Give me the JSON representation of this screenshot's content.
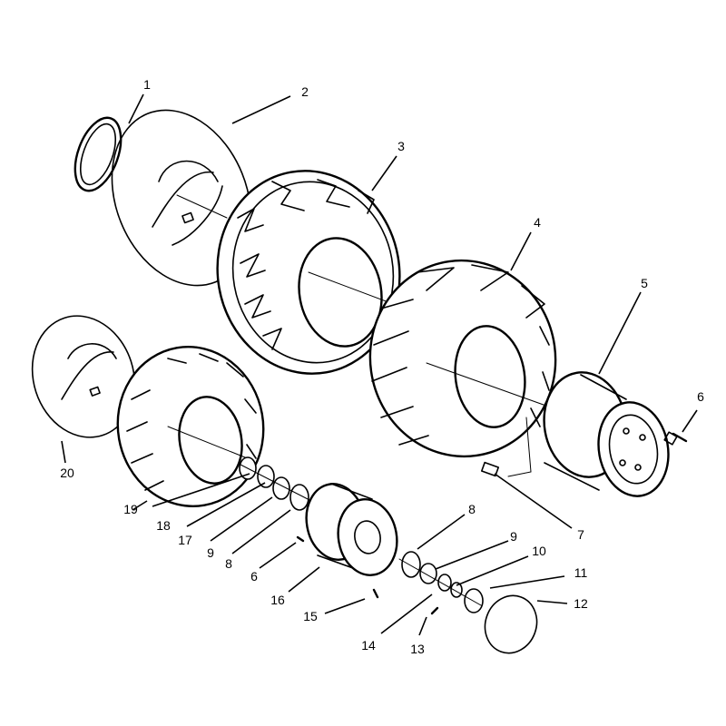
{
  "diagram": {
    "callouts": [
      {
        "id": "c1",
        "text": "1"
      },
      {
        "id": "c2",
        "text": "2"
      },
      {
        "id": "c3",
        "text": "3"
      },
      {
        "id": "c4",
        "text": "4"
      },
      {
        "id": "c5",
        "text": "5"
      },
      {
        "id": "c6a",
        "text": "6"
      },
      {
        "id": "c7",
        "text": "7"
      },
      {
        "id": "c8a",
        "text": "8"
      },
      {
        "id": "c9a",
        "text": "9"
      },
      {
        "id": "c10",
        "text": "10"
      },
      {
        "id": "c11",
        "text": "11"
      },
      {
        "id": "c12",
        "text": "12"
      },
      {
        "id": "c13",
        "text": "13"
      },
      {
        "id": "c14",
        "text": "14"
      },
      {
        "id": "c15",
        "text": "15"
      },
      {
        "id": "c16",
        "text": "16"
      },
      {
        "id": "c6b",
        "text": "6"
      },
      {
        "id": "c8b",
        "text": "8"
      },
      {
        "id": "c9b",
        "text": "9"
      },
      {
        "id": "c17",
        "text": "17"
      },
      {
        "id": "c18",
        "text": "18"
      },
      {
        "id": "c19",
        "text": "19"
      },
      {
        "id": "c20",
        "text": "20"
      }
    ]
  }
}
